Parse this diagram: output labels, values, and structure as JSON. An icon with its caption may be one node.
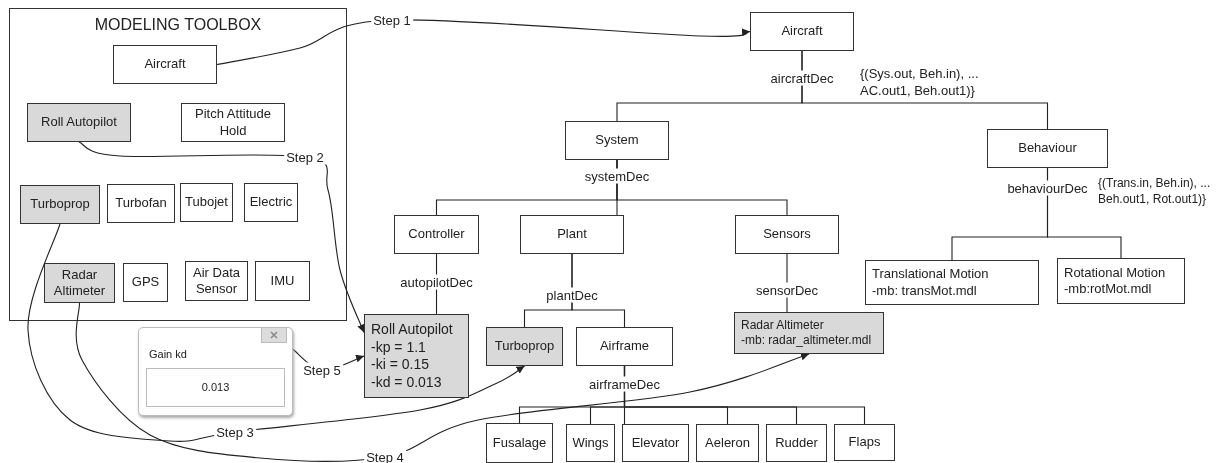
{
  "diagram": {
    "nodes": [
      {
        "text": [
          "MODELING TOOLBOX"
        ]
      },
      {
        "text": [
          "Aircraft"
        ],
        "in": 0
      },
      {
        "text": [
          "Roll Autopilot"
        ],
        "in": 0
      },
      {
        "text": [
          "Pitch Attitude Hold"
        ],
        "in": 0
      },
      {
        "text": [
          "Turboprop"
        ],
        "in": 0
      },
      {
        "text": [
          "Turbofan"
        ],
        "in": 0
      },
      {
        "text": [
          "Tubojet"
        ],
        "in": 0
      },
      {
        "text": [
          "Electric"
        ],
        "in": 0
      },
      {
        "text": [
          "Radar Altimeter"
        ],
        "in": 0
      },
      {
        "text": [
          "GPS"
        ],
        "in": 0
      },
      {
        "text": [
          "Air Data Sensor"
        ],
        "in": 0
      },
      {
        "text": [
          "IMU"
        ],
        "in": 0
      },
      {
        "text": [
          "Gain kd",
          "0.013"
        ]
      },
      {
        "text": [
          "Aircraft"
        ]
      },
      {
        "text": [
          "System"
        ]
      },
      {
        "text": [
          "Behaviour"
        ]
      },
      {
        "text": [
          "Controller"
        ]
      },
      {
        "text": [
          "Plant"
        ]
      },
      {
        "text": [
          "Sensors"
        ]
      },
      {
        "text": [
          "Translational Motion",
          "-mb: transMot.mdl"
        ]
      },
      {
        "text": [
          "Rotational Motion",
          "-mb:rotMot.mdl"
        ]
      },
      {
        "text": [
          "Roll Autopilot",
          "-kp = 1.1",
          "-ki = 0.15",
          "-kd = 0.013"
        ]
      },
      {
        "text": [
          "Turboprop"
        ]
      },
      {
        "text": [
          "Airframe"
        ]
      },
      {
        "text": [
          "Radar Altimeter",
          "-mb: radar_altimeter.mdl"
        ]
      },
      {
        "text": [
          "Fusalage"
        ]
      },
      {
        "text": [
          "Wings"
        ]
      },
      {
        "text": [
          "Elevator"
        ]
      },
      {
        "text": [
          "Aeleron"
        ]
      },
      {
        "text": [
          "Rudder"
        ]
      },
      {
        "text": [
          "Flaps"
        ]
      }
    ],
    "edges": [
      {
        "from": 1,
        "to": 13,
        "arrow": "to",
        "label": "Step 1"
      },
      {
        "from": 2,
        "to": 21,
        "arrow": "to",
        "label": "Step 2"
      },
      {
        "from": 4,
        "to": 22,
        "arrow": "to",
        "label": "Step 3"
      },
      {
        "from": 8,
        "to": 24,
        "arrow": "to",
        "label": "Step 4"
      },
      {
        "from": 12,
        "to": 21,
        "arrow": "to",
        "label": "Step 5"
      },
      {
        "from": 13,
        "to": 14,
        "arrow": "none",
        "label": "aircraftDec"
      },
      {
        "from": 13,
        "to": 15,
        "arrow": "none"
      },
      {
        "from": 14,
        "to": 16,
        "arrow": "none",
        "label": "systemDec"
      },
      {
        "from": 14,
        "to": 17,
        "arrow": "none"
      },
      {
        "from": 14,
        "to": 18,
        "arrow": "none"
      },
      {
        "from": 15,
        "to": 19,
        "arrow": "none",
        "label": "behaviourDec"
      },
      {
        "from": 15,
        "to": 20,
        "arrow": "none"
      },
      {
        "from": 16,
        "to": 21,
        "arrow": "none",
        "label": "autopilotDec"
      },
      {
        "from": 17,
        "to": 22,
        "arrow": "none",
        "label": "plantDec"
      },
      {
        "from": 17,
        "to": 23,
        "arrow": "none"
      },
      {
        "from": 18,
        "to": 24,
        "arrow": "none",
        "label": "sensorDec"
      },
      {
        "from": 23,
        "to": 25,
        "arrow": "none",
        "label": "airframeDec"
      },
      {
        "from": 23,
        "to": 26,
        "arrow": "none"
      },
      {
        "from": 23,
        "to": 27,
        "arrow": "none"
      },
      {
        "from": 23,
        "to": 28,
        "arrow": "none"
      },
      {
        "from": 23,
        "to": 29,
        "arrow": "none"
      },
      {
        "from": 23,
        "to": 30,
        "arrow": "none"
      }
    ],
    "labels": [
      "{(Sys.out, Beh.in), ... AC.out1, Beh.out1)}",
      "{(Trans.in, Beh.in), ... Beh.out1, Rot.out1)}"
    ]
  }
}
